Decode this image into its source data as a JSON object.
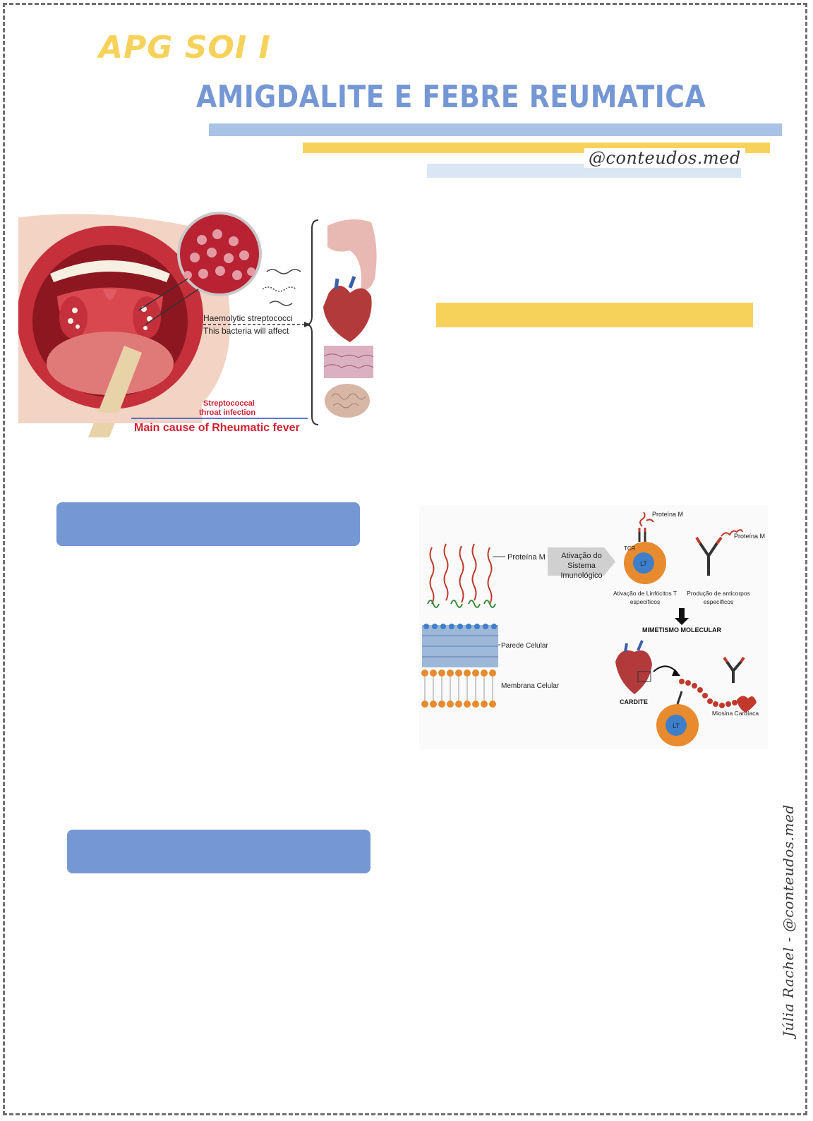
{
  "header": {
    "apg": "APG SOI I",
    "title": "AMIGDALITE E FEBRE REUMATICA",
    "handle": "@conteudos.med"
  },
  "figure_throat": {
    "label_bacteria_1": "Haemolytic streptococci",
    "label_bacteria_2": "This bacteria will affect",
    "label_infection_1": "Streptococcal",
    "label_infection_2": "throat infection",
    "caption": "Main cause of Rheumatic fever"
  },
  "figure_mimicry": {
    "proteina_m": "Proteína M",
    "ativacao_1": "Ativação do",
    "ativacao_2": "Sistema",
    "ativacao_3": "Imunológico",
    "tcr": "TCR",
    "lt": "LT",
    "linfocitos_1": "Ativação de Linfócitos T",
    "linfocitos_2": "específicos",
    "anticorpos_1": "Produção de anticorpos",
    "anticorpos_2": "específicos",
    "mimetismo": "MIMETISMO MOLECULAR",
    "parede": "Parede Celular",
    "membrana": "Membrana Celular",
    "cardite": "CARDITE",
    "miosina": "Miosina Cardíaca"
  },
  "signature": "Júlia Rachel - @conteudos.med",
  "colors": {
    "yellow": "#f7d25a",
    "blue": "#7597d4",
    "light_blue": "#a9c3e6",
    "pale_blue": "#dbe6f4"
  }
}
